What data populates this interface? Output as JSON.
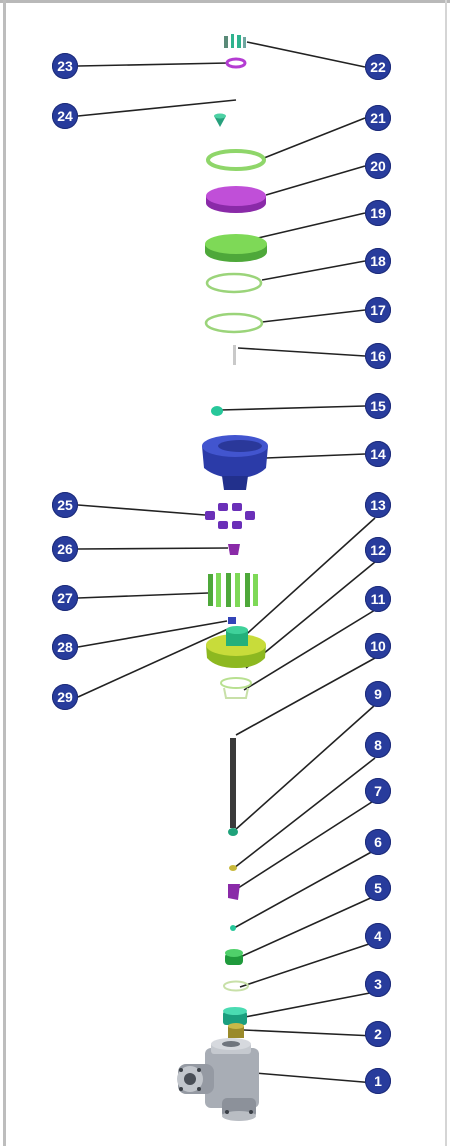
{
  "callouts": [
    {
      "label": "1"
    },
    {
      "label": "2"
    },
    {
      "label": "3"
    },
    {
      "label": "4"
    },
    {
      "label": "5"
    },
    {
      "label": "6"
    },
    {
      "label": "7"
    },
    {
      "label": "8"
    },
    {
      "label": "9"
    },
    {
      "label": "10"
    },
    {
      "label": "11"
    },
    {
      "label": "12"
    },
    {
      "label": "13"
    },
    {
      "label": "14"
    },
    {
      "label": "15"
    },
    {
      "label": "16"
    },
    {
      "label": "17"
    },
    {
      "label": "18"
    },
    {
      "label": "19"
    },
    {
      "label": "20"
    },
    {
      "label": "21"
    },
    {
      "label": "22"
    },
    {
      "label": "23"
    },
    {
      "label": "24"
    },
    {
      "label": "25"
    },
    {
      "label": "26"
    },
    {
      "label": "27"
    },
    {
      "label": "28"
    },
    {
      "label": "29"
    }
  ],
  "colors": {
    "badge": "#283c9c",
    "leader": "#222222",
    "green": "#7ed957",
    "purple": "#b43cd2",
    "blue": "#3344b8",
    "teal": "#27c79a",
    "steel": "#b7bcc4"
  }
}
